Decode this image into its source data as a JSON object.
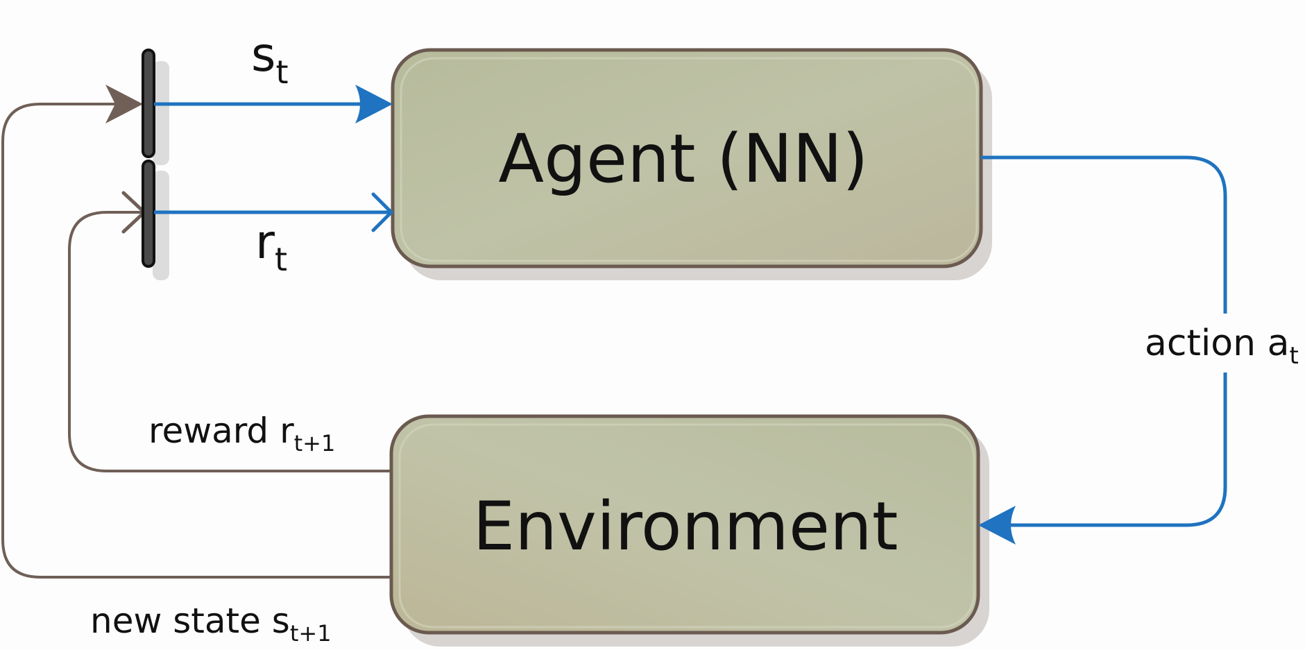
{
  "agent": {
    "label": "Agent (NN)"
  },
  "environment": {
    "label": "Environment"
  },
  "state_input": {
    "base": "s",
    "sub": "t"
  },
  "reward_input": {
    "base": "r",
    "sub": "t"
  },
  "action": {
    "base": "action a",
    "sub": "t"
  },
  "reward_feedback": {
    "base": "reward r",
    "sub": "t+1"
  },
  "new_state_feedback": {
    "base": "new state s",
    "sub": "t+1"
  },
  "colors": {
    "box_fill": "#b9bd9f",
    "box_stroke": "#6b5a50",
    "agent_flow": "#1f73c0",
    "feedback_flow": "#6f5f57",
    "delay_bar": "#4a4a4a"
  }
}
